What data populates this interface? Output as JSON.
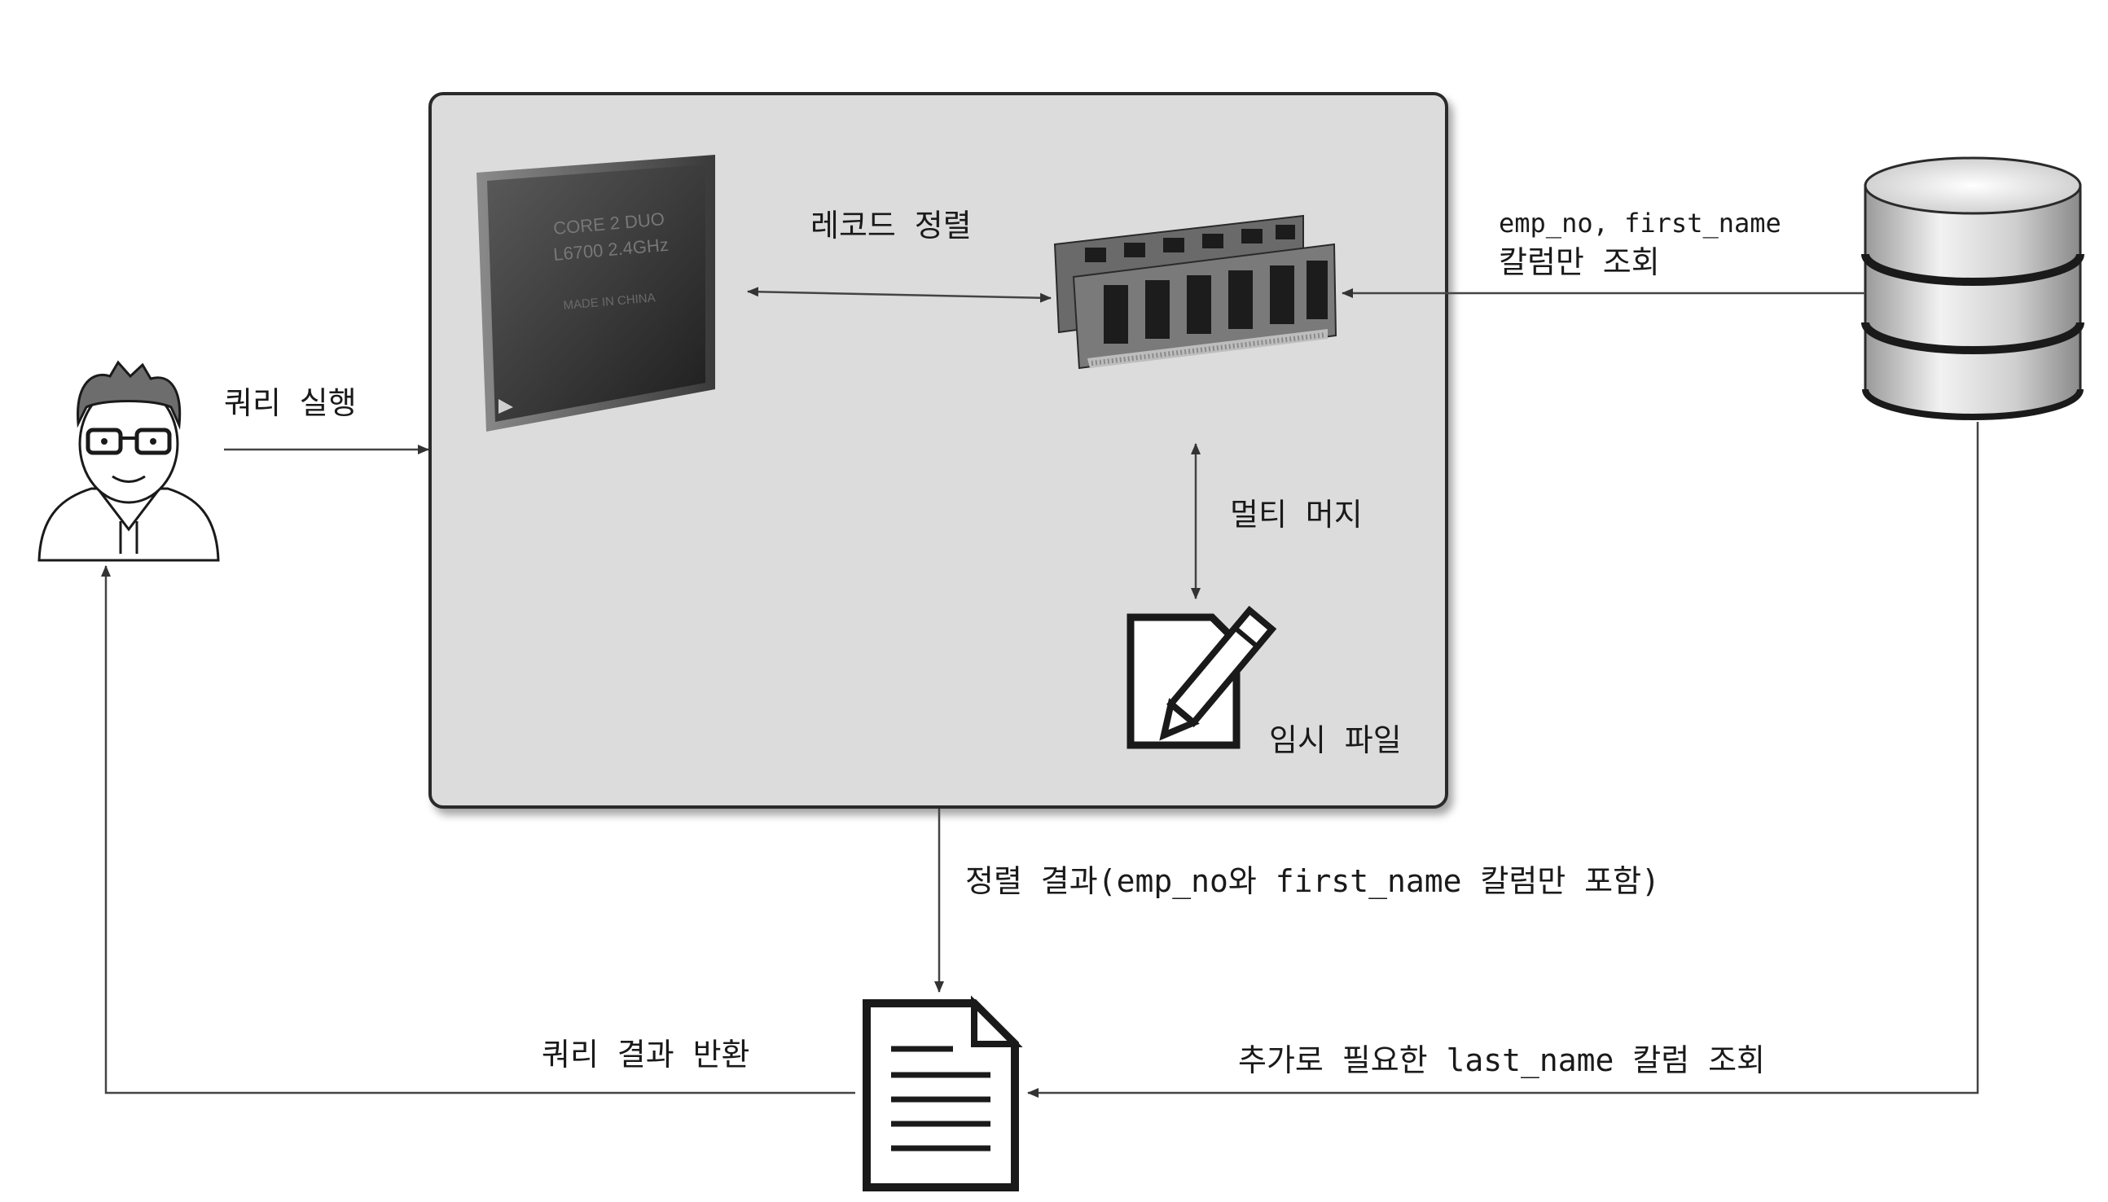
{
  "actors": {
    "user": {
      "icon": "user-avatar-icon"
    },
    "database": {
      "icon": "database-icon"
    }
  },
  "server_box": {
    "cpu": {
      "icon": "cpu-chip-icon",
      "line1": "CORE 2 DUO",
      "line2": "L6700 2.4GHz",
      "line3": "MADE IN CHINA"
    },
    "memory": {
      "icon": "memory-ram-icon"
    },
    "temp_file": {
      "icon": "edit-file-icon",
      "label": "임시 파일"
    },
    "record_sort_label": "레코드 정렬",
    "multi_merge_label": "멀티 머지"
  },
  "edges": {
    "query_execute": "쿼리 실행",
    "db_fetch_line1": "emp_no, first_name",
    "db_fetch_line2": "칼럼만 조회",
    "sort_result": "정렬 결과(emp_no와 first_name 칼럼만 포함)",
    "extra_fetch": "추가로 필요한 last_name 칼럼 조회",
    "return_result": "쿼리 결과 반환"
  },
  "result_document": {
    "icon": "document-icon"
  },
  "colors": {
    "box_fill": "#dcdcdc",
    "box_stroke": "#2a2a2a",
    "line": "#444444",
    "ram_chip": "#1c1c1c"
  }
}
